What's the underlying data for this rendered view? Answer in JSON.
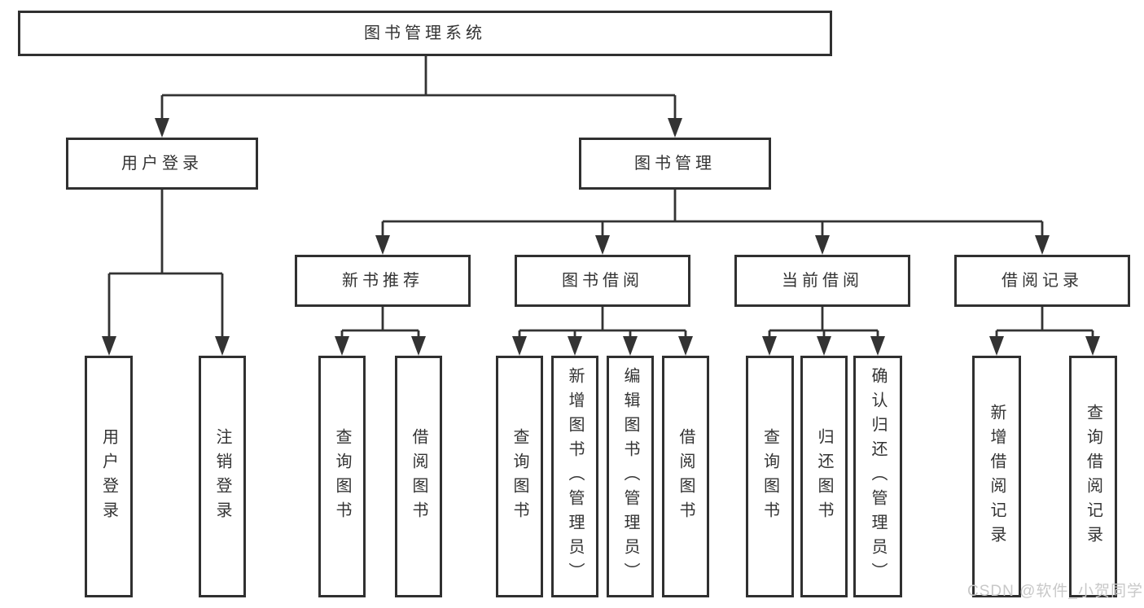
{
  "diagram": {
    "title": "图书管理系统",
    "level2": [
      {
        "label": "用户登录",
        "parent": "图书管理系统"
      },
      {
        "label": "图书管理",
        "parent": "图书管理系统"
      }
    ],
    "level3": [
      {
        "label": "新书推荐",
        "parent": "图书管理"
      },
      {
        "label": "图书借阅",
        "parent": "图书管理"
      },
      {
        "label": "当前借阅",
        "parent": "图书管理"
      },
      {
        "label": "借阅记录",
        "parent": "图书管理"
      }
    ],
    "leaves": [
      {
        "label": "用户登录",
        "parent": "用户登录"
      },
      {
        "label": "注销登录",
        "parent": "用户登录"
      },
      {
        "label": "查询图书",
        "parent": "新书推荐"
      },
      {
        "label": "借阅图书",
        "parent": "新书推荐"
      },
      {
        "label": "查询图书",
        "parent": "图书借阅"
      },
      {
        "label": "新增图书（管理员）",
        "parent": "图书借阅"
      },
      {
        "label": "编辑图书（管理员）",
        "parent": "图书借阅"
      },
      {
        "label": "借阅图书",
        "parent": "图书借阅"
      },
      {
        "label": "查询图书",
        "parent": "当前借阅"
      },
      {
        "label": "归还图书",
        "parent": "当前借阅"
      },
      {
        "label": "确认归还（管理员）",
        "parent": "当前借阅"
      },
      {
        "label": "新增借阅记录",
        "parent": "借阅记录"
      },
      {
        "label": "查询借阅记录",
        "parent": "借阅记录"
      }
    ]
  },
  "watermark": {
    "text": "CSDN @软件_小贺同学"
  },
  "colors": {
    "line": "#333333",
    "text": "#333333",
    "box_border": "#303030",
    "watermark": "#c8c8c8",
    "background": "#ffffff"
  }
}
